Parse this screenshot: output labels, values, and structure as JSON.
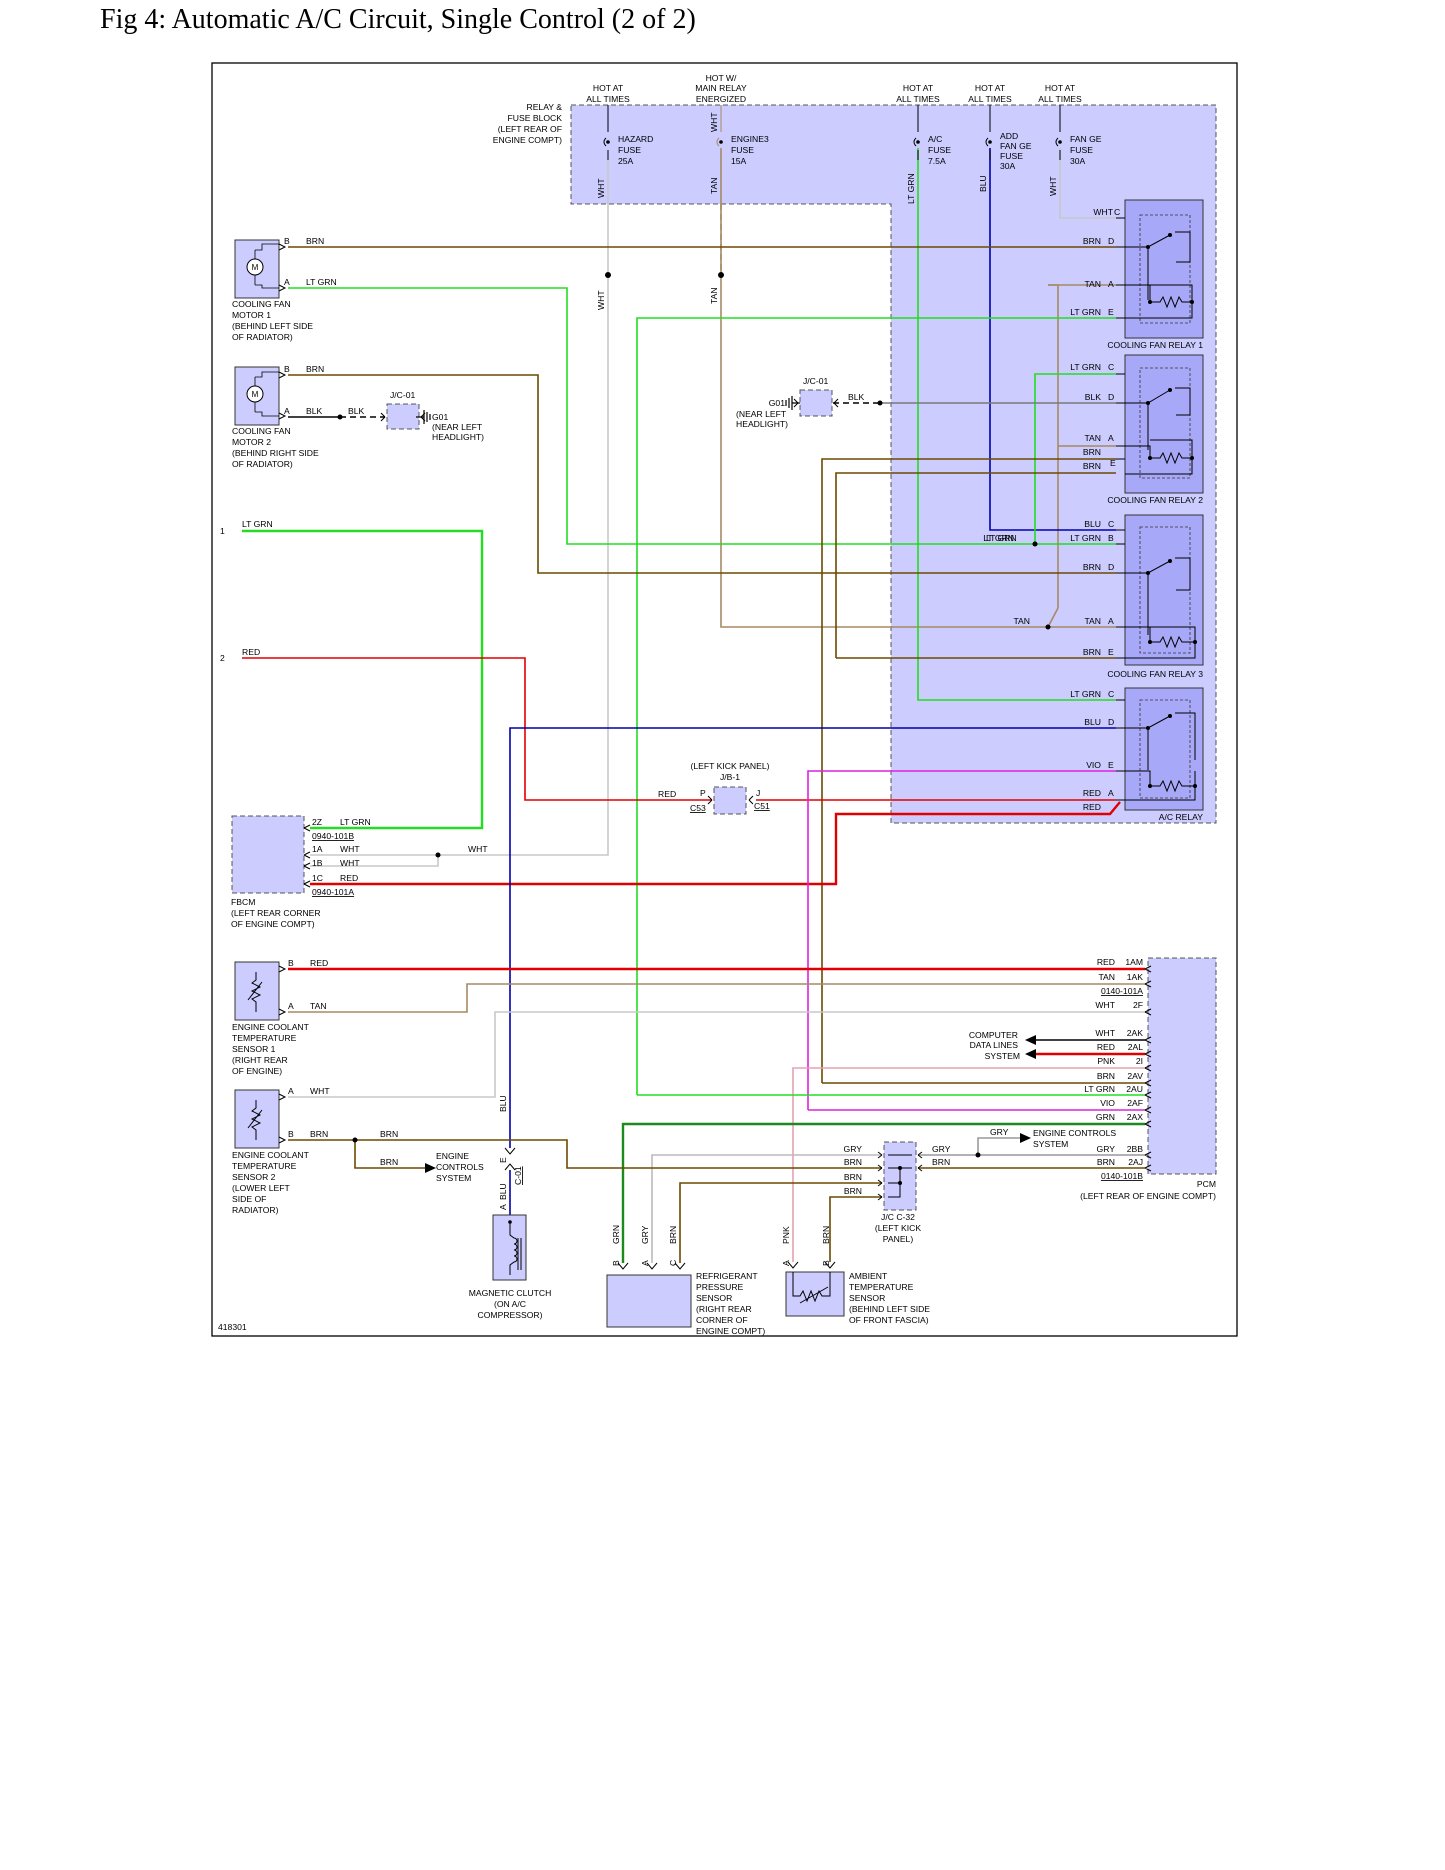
{
  "title": "Fig 4: Automatic A/C Circuit, Single Control (2 of 2)",
  "figure_id": "418301",
  "colors": {
    "brn": "#6b4a00",
    "ltgrn": "#22dd22",
    "grn": "#1c8a1c",
    "tan": "#a58a64",
    "wht": "#c8c8c8",
    "blu": "#0000aa",
    "red": "#e00000",
    "vio": "#dd22dd",
    "gry": "#999999",
    "pnk": "#e8a0b0",
    "blk": "#000000",
    "box": "#ccccff",
    "relay": "#a8a8f8"
  },
  "fuse_block": {
    "label": [
      "RELAY &",
      "FUSE BLOCK",
      "(LEFT REAR OF",
      "ENGINE COMPT)"
    ],
    "fuses": [
      {
        "hot": [
          "HOT AT",
          "ALL TIMES"
        ],
        "name": [
          "HAZARD",
          "FUSE",
          "25A"
        ],
        "wire": "WHT"
      },
      {
        "hot": [
          "HOT W/",
          "MAIN RELAY",
          "ENERGIZED"
        ],
        "name": [
          "ENGINE3",
          "FUSE",
          "15A"
        ],
        "wire": "TAN",
        "top_wire": "WHT"
      },
      {
        "hot": [
          "HOT AT",
          "ALL TIMES"
        ],
        "name": [
          "A/C",
          "FUSE",
          "7.5A"
        ],
        "wire": "LT GRN"
      },
      {
        "hot": [
          "HOT AT",
          "ALL TIMES"
        ],
        "name": [
          "ADD",
          "FAN GE",
          "FUSE",
          "30A"
        ],
        "wire": "BLU"
      },
      {
        "hot": [
          "HOT AT",
          "ALL TIMES"
        ],
        "name": [
          "FAN GE",
          "FUSE",
          "30A"
        ],
        "wire": "WHT"
      }
    ]
  },
  "wire_labels": {
    "wht": "WHT",
    "tan": "TAN",
    "brn": "BRN",
    "ltgrn": "LT GRN",
    "blk": "BLK",
    "blu": "BLU",
    "red": "RED",
    "vio": "VIO",
    "gry": "GRY",
    "pnk": "PNK",
    "grn": "GRN"
  },
  "pins": {
    "a": "A",
    "b": "B",
    "c": "C",
    "d": "D",
    "e": "E",
    "p": "P",
    "j": "J"
  },
  "relays": {
    "r1": "COOLING FAN RELAY 1",
    "r2": "COOLING FAN RELAY 2",
    "r3": "COOLING FAN RELAY 3",
    "ac": "A/C RELAY"
  },
  "fan1": [
    "COOLING FAN",
    "MOTOR 1",
    "(BEHIND LEFT SIDE",
    "OF RADIATOR)"
  ],
  "fan2": [
    "COOLING FAN",
    "MOTOR 2",
    "(BEHIND RIGHT SIDE",
    "OF RADIATOR)"
  ],
  "motor_glyph": "M",
  "jc01": "J/C-01",
  "g01_left": [
    "G01",
    "(NEAR LEFT",
    "HEADLIGHT)"
  ],
  "g01_mid": [
    "G01",
    "(NEAR LEFT",
    "HEADLIGHT)"
  ],
  "jb1": {
    "loc": "(LEFT KICK PANEL)",
    "name": "J/B-1",
    "c53": "C53",
    "c51": "C51"
  },
  "inputs": {
    "one": "1",
    "two": "2"
  },
  "fbcm": {
    "label": [
      "FBCM",
      "(LEFT REAR CORNER",
      "OF ENGINE COMPT)"
    ],
    "pins": {
      "p2z": "2Z",
      "p1a": "1A",
      "p1b": "1B",
      "p1c": "1C"
    },
    "conn_b": "0940-101B",
    "conn_a": "0940-101A"
  },
  "ect1": [
    "ENGINE COOLANT",
    "TEMPERATURE",
    "SENSOR 1",
    "(RIGHT REAR",
    "OF ENGINE)"
  ],
  "ect2": [
    "ENGINE COOLANT",
    "TEMPERATURE",
    "SENSOR 2",
    "(LOWER LEFT",
    "SIDE OF",
    "RADIATOR)"
  ],
  "engine_controls": [
    "ENGINE",
    "CONTROLS",
    "SYSTEM"
  ],
  "engine_controls_gry": [
    "ENGINE CONTROLS",
    "SYSTEM"
  ],
  "computer_data": [
    "COMPUTER",
    "DATA LINES",
    "SYSTEM"
  ],
  "pcm": {
    "label": "PCM",
    "loc": "(LEFT REAR OF ENGINE COMPT)",
    "pins": {
      "p1am": "1AM",
      "p1ak": "1AK",
      "p2f": "2F",
      "p2ak": "2AK",
      "p2al": "2AL",
      "p2i": "2I",
      "p2av": "2AV",
      "p2au": "2AU",
      "p2af": "2AF",
      "p2ax": "2AX",
      "p2bb": "2BB",
      "p2aj": "2AJ"
    },
    "conn_a": "0140-101A",
    "conn_b": "0140-101B"
  },
  "jc32": [
    "J/C C-32",
    "(LEFT KICK",
    "PANEL)"
  ],
  "clutch": {
    "label": [
      "MAGNETIC CLUTCH",
      "(ON A/C",
      "COMPRESSOR)"
    ],
    "conn": "C-01"
  },
  "refrig": [
    "REFRIGERANT",
    "PRESSURE",
    "SENSOR",
    "(RIGHT REAR",
    "CORNER OF",
    "ENGINE COMPT)"
  ],
  "ambient": [
    "AMBIENT",
    "TEMPERATURE",
    "SENSOR",
    "(BEHIND LEFT SIDE",
    "OF FRONT FASCIA)"
  ]
}
